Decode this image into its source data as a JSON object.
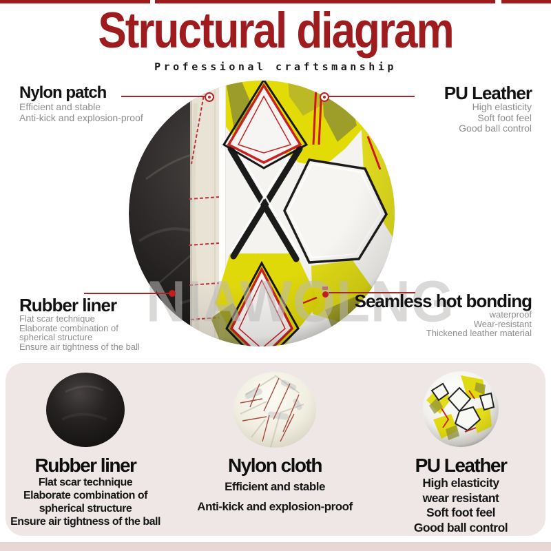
{
  "header": {
    "title": "Structural diagram",
    "subtitle": "Professional craftsmanship"
  },
  "watermark": "NIAWOLNG",
  "callouts": {
    "nylon_patch": {
      "title": "Nylon patch",
      "lines": [
        "Efficient and stable",
        "Anti-kick and explosion-proof"
      ]
    },
    "pu_leather": {
      "title": "PU Leather",
      "lines": [
        "High elasticity",
        "Soft foot feel",
        "Good ball control"
      ]
    },
    "rubber_liner": {
      "title": "Rubber liner",
      "lines": [
        "Flat scar technique",
        "Elaborate combination of",
        "spherical structure",
        "Ensure air tightness of the ball"
      ]
    },
    "seamless_bonding": {
      "title": "Seamless hot bonding",
      "lines": [
        "waterproof",
        "Wear-resistant",
        "Thickened leather material"
      ]
    }
  },
  "materials": [
    {
      "name": "Rubber liner",
      "lines": [
        "Flat scar technique",
        "Elaborate combination of",
        "spherical structure",
        "Ensure air tightness of the ball"
      ]
    },
    {
      "name": "Nylon cloth",
      "lines": [
        "Efficient and stable",
        "Anti-kick and explosion-proof"
      ]
    },
    {
      "name": "PU Leather",
      "lines": [
        "High elasticity",
        "wear resistant",
        "Soft foot feel",
        "Good ball control"
      ]
    }
  ],
  "colors": {
    "accent_red": "#9e1c1e",
    "connector_red": "#a32828",
    "marker_red": "#c31d1d",
    "pattern_yellow": "#e2db06",
    "panel_background": "#eee7e5"
  }
}
